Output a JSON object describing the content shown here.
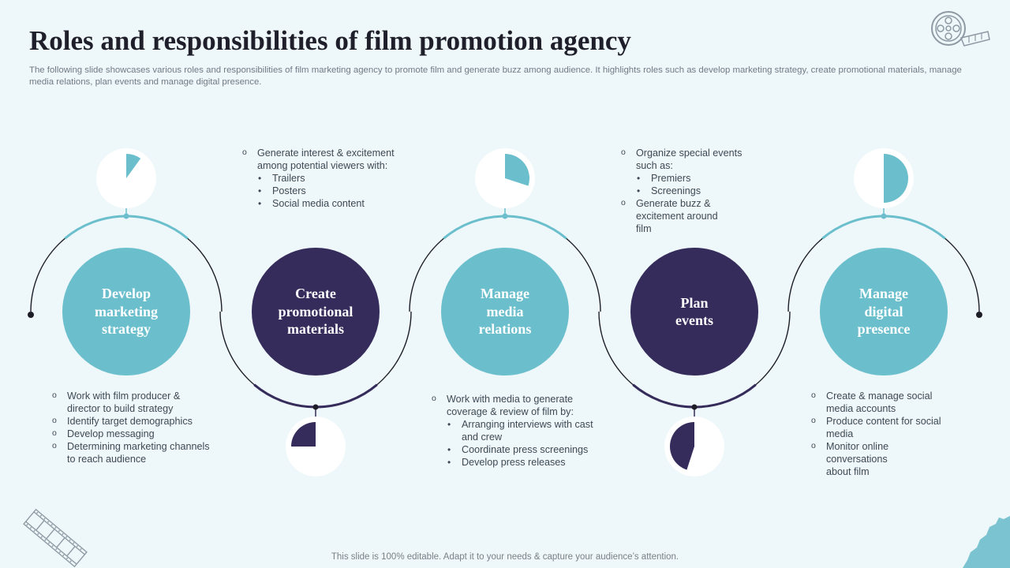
{
  "title": "Roles and responsibilities of film promotion agency",
  "subtitle": "The following slide showcases various roles and responsibilities of film marketing agency to promote film and generate buzz among audience. It highlights roles such as develop marketing strategy, create promotional materials, manage media relations, plan events and manage digital presence.",
  "footer": "This slide is 100% editable. Adapt it to your needs & capture your audience’s attention.",
  "colors": {
    "teal": "#6bbfcd",
    "navy": "#362c5c",
    "background": "#eef7f9"
  },
  "roles": [
    {
      "label_lines": [
        "Develop",
        "marketing",
        "strategy"
      ],
      "color": "teal",
      "pie_fraction": 0.1,
      "bullets": [
        "Work with film producer & director to build strategy",
        "Identify target demographics",
        "Develop messaging",
        "Determining marketing channels to reach audience"
      ]
    },
    {
      "label_lines": [
        "Create",
        "promotional",
        "materials"
      ],
      "color": "navy",
      "pie_fraction": 0.25,
      "bullets": [
        "Generate interest & excitement among potential viewers with:"
      ],
      "sub_bullets": [
        "Trailers",
        "Posters",
        "Social media content"
      ]
    },
    {
      "label_lines": [
        "Manage",
        "media",
        "relations"
      ],
      "color": "teal",
      "pie_fraction": 0.3,
      "bullets": [
        "Work with media to generate coverage & review of film by:"
      ],
      "sub_bullets": [
        "Arranging interviews with cast and crew",
        "Coordinate press screenings",
        "Develop press releases"
      ]
    },
    {
      "label_lines": [
        "Plan",
        "events"
      ],
      "color": "navy",
      "pie_fraction": 0.45,
      "bullets_before": [
        "Organize special events such as:"
      ],
      "sub_bullets": [
        "Premiers",
        "Screenings"
      ],
      "bullets": [
        "Generate buzz & excitement around film"
      ]
    },
    {
      "label_lines": [
        "Manage",
        "digital",
        "presence"
      ],
      "color": "teal",
      "pie_fraction": 0.5,
      "bullets": [
        "Create & manage social media accounts",
        "Produce content for social media",
        "Monitor online conversations about film"
      ]
    }
  ]
}
